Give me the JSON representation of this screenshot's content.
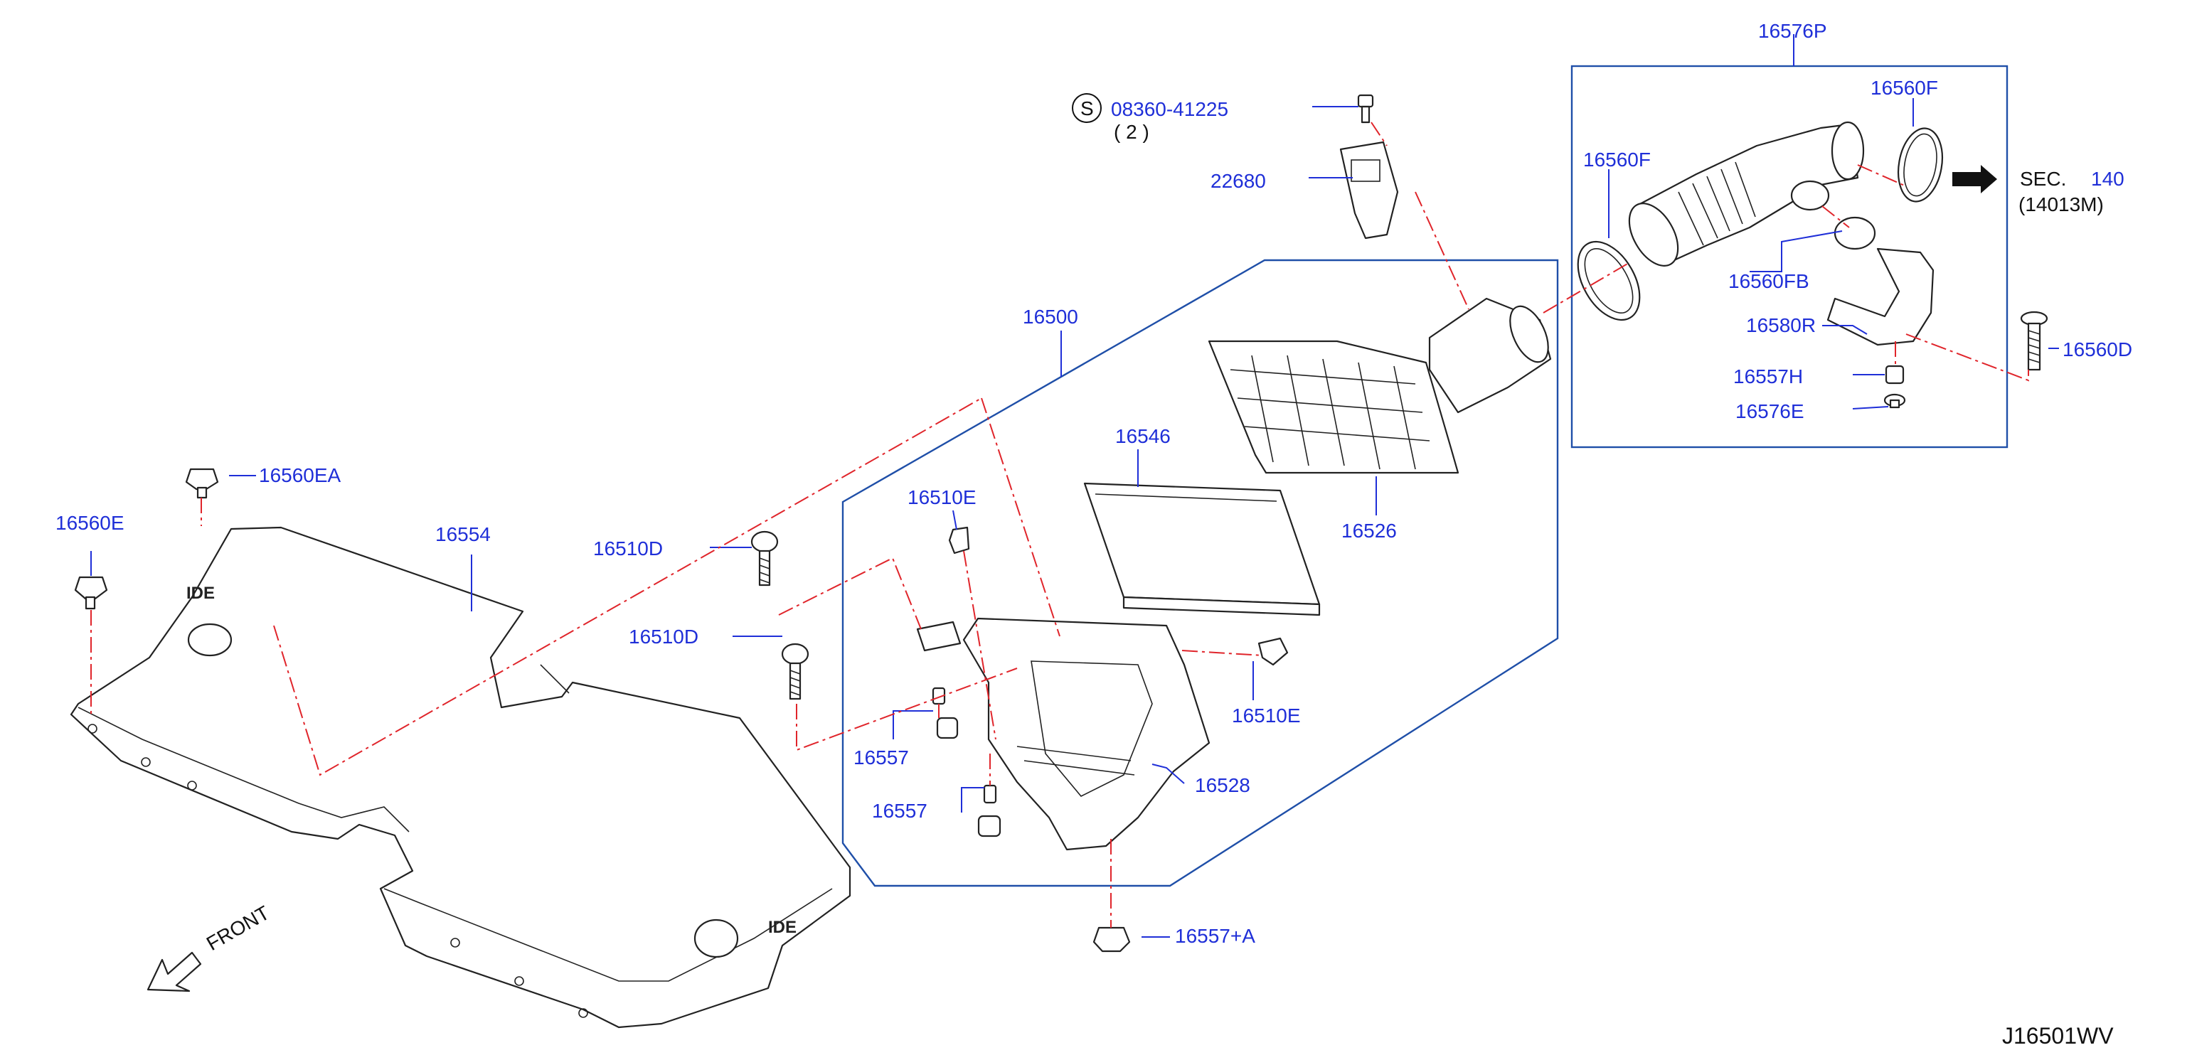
{
  "labels": {
    "p16576P": "16576P",
    "p16560F_top": "16560F",
    "p16560F_left": "16560F",
    "p16560FB": "16560FB",
    "p16580R": "16580R",
    "p16557H": "16557H",
    "p16576E": "16576E",
    "p16560D": "16560D",
    "sec_text": "SEC.",
    "sec_num": "140",
    "sec_ref": "(14013M)",
    "p08360": "08360-41225",
    "qty": "( 2 )",
    "s_mark": "S",
    "p22680": "22680",
    "p16500": "16500",
    "p16546": "16546",
    "p16526": "16526",
    "p16510E_top": "16510E",
    "p16510E_right": "16510E",
    "p16510D_top": "16510D",
    "p16510D_bot": "16510D",
    "p16557_a": "16557",
    "p16557_b": "16557",
    "p16528": "16528",
    "p16557A": "16557+A",
    "p16560EA": "16560EA",
    "p16560E": "16560E",
    "p16554": "16554",
    "front": "FRONT",
    "diagram_id": "J16501WV"
  },
  "colors": {
    "label_blue": "#1f2fd8",
    "box_blue": "#1f4fa8",
    "dash_red": "#e0252b",
    "line_black": "#222222"
  }
}
